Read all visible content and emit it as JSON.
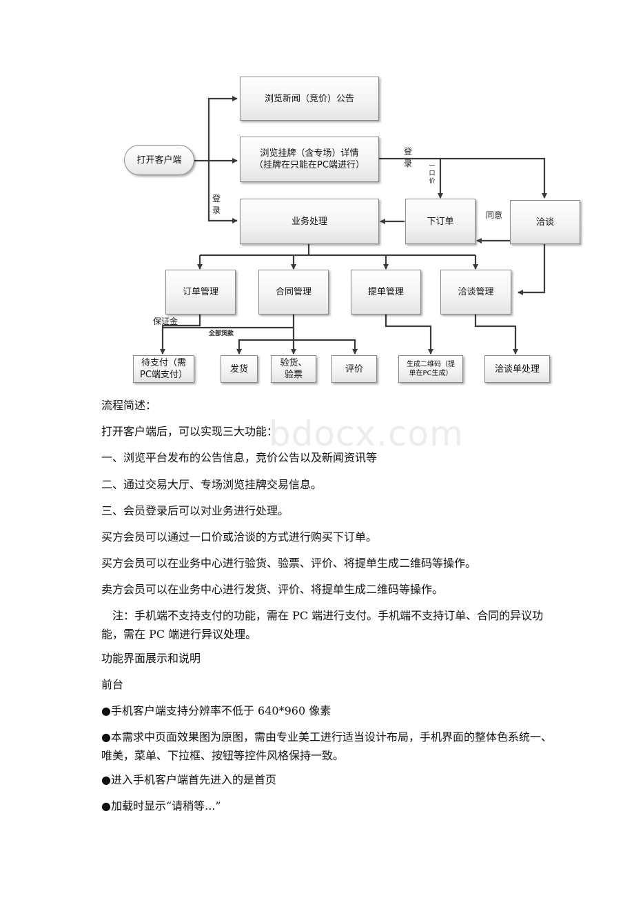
{
  "flowchart": {
    "nodes": {
      "open_client": "打开客户端",
      "browse_news": "浏览新闻（竞价）公告",
      "browse_listing": "浏览挂牌（含专场）详情\n（挂牌在只能在PC端进行）",
      "business": "业务处理",
      "place_order": "下订单",
      "negotiate": "洽谈",
      "order_mgmt": "订单管理",
      "contract_mgmt": "合同管理",
      "bill_mgmt": "提单管理",
      "negotiation_mgmt": "洽谈管理",
      "pending_payment": "待支付（需\nPC端支付）",
      "ship": "发货",
      "inspect": "验货、\n验票",
      "evaluate": "评价",
      "qr_code": "生成二维码（提\n单在PC生成）",
      "negotiation_process": "洽谈单处理"
    },
    "labels": {
      "login_top": "登录",
      "one_price": "一口价",
      "agree": "同意",
      "login_left": "登录",
      "deposit": "保证金",
      "full_payment": "全部货款"
    }
  },
  "text": {
    "p1": "流程简述：",
    "p2": "打开客户端后，可以实现三大功能：",
    "p3": "一、浏览平台发布的公告信息，竞价公告以及新闻资讯等",
    "p4": "二、通过交易大厅、专场浏览挂牌交易信息。",
    "p5": "三、会员登录后可以对业务进行处理。",
    "p6": "买方会员可以通过一口价或洽谈的方式进行购买下订单。",
    "p7": "买方会员可以在业务中心进行验货、验票、评价、将提单生成二维码等操作。",
    "p8": "卖方会员可以在业务中心进行发货、评价、将提单生成二维码等操作。",
    "p9": "注：手机端不支持支付的功能，需在 PC 端进行支付。手机端不支持订单、合同的异议功能，需在 PC 端进行异议处理。",
    "p10": "功能界面展示和说明",
    "p11": "前台",
    "p12": "●手机客户端支持分辨率不低于 640*960 像素",
    "p13": "●本需求中页面效果图为原图，需由专业美工进行适当设计布局，手机界面的整体色系统一、唯美，菜单、下拉框、按钮等控件风格保持一致。",
    "p14": "●进入手机客户端首先进入的是首页",
    "p15": "●加载时显示“请稍等...”"
  },
  "watermark": "bdocx.com"
}
